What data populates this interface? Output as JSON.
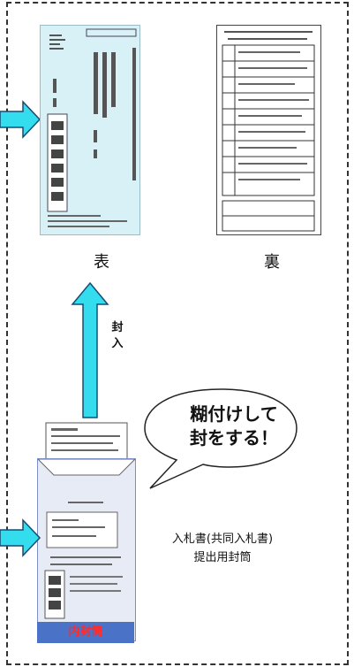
{
  "labels": {
    "front": "表",
    "back": "裏",
    "sealing": "封\n入",
    "sealing_chars": [
      "封",
      "入"
    ],
    "bubble_lines": [
      "糊付けして",
      "封をする！"
    ],
    "caption_lines": [
      "入札書(共同入札書)",
      "提出用封筒"
    ],
    "inner_envelope": "内封筒"
  },
  "colors": {
    "arrow_fill": "#33ddee",
    "arrow_stroke": "#1a4a70",
    "envelope_front": "#d8f1f7",
    "inner_envelope_bar": "#4a73c8",
    "inner_envelope_text": "#ff2b2b"
  }
}
